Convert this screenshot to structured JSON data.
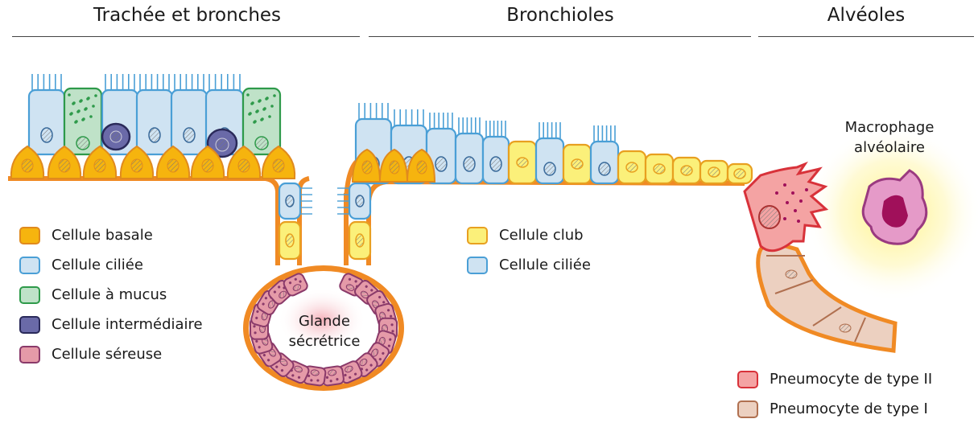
{
  "headers": {
    "trachee": "Trachée et bronches",
    "bronchioles": "Bronchioles",
    "alveoles": "Alvéoles"
  },
  "legend_left": [
    {
      "label": "Cellule basale",
      "fill": "#f6b40e",
      "stroke": "#e08a1e"
    },
    {
      "label": "Cellule ciliée",
      "fill": "#cfe3f2",
      "stroke": "#4a9fd6"
    },
    {
      "label": "Cellule à mucus",
      "fill": "#bfe2c8",
      "stroke": "#2e9a4a"
    },
    {
      "label": "Cellule intermédiaire",
      "fill": "#6a6aa8",
      "stroke": "#2a2a5a"
    },
    {
      "label": "Cellule séreuse",
      "fill": "#e59aa8",
      "stroke": "#8a3a6a"
    }
  ],
  "legend_mid": [
    {
      "label": "Cellule club",
      "fill": "#fbf07a",
      "stroke": "#e8a020"
    },
    {
      "label": "Cellule ciliée",
      "fill": "#cfe3f2",
      "stroke": "#4a9fd6"
    }
  ],
  "legend_right": [
    {
      "label": "Pneumocyte de type II",
      "fill": "#f4a3a3",
      "stroke": "#d8323a"
    },
    {
      "label": "Pneumocyte de type I",
      "fill": "#ecd0c0",
      "stroke": "#b07050"
    }
  ],
  "labels": {
    "gland_line1": "Glande",
    "gland_line2": "sécrétrice",
    "macro_line1": "Macrophage",
    "macro_line2": "alvéolaire"
  },
  "colors": {
    "basement": "#f08a24",
    "basal": "#f6b40e",
    "basal_stroke": "#e08a1e",
    "ciliated": "#cfe3f2",
    "ciliated_stroke": "#4a9fd6",
    "mucus": "#bfe2c8",
    "mucus_stroke": "#2e9a4a",
    "intermediate": "#6a6aa8",
    "intermediate_stroke": "#2a2a5a",
    "serous": "#e59aa8",
    "serous_stroke": "#8a3a6a",
    "club": "#fbf07a",
    "club_stroke": "#e8a020",
    "type2": "#f4a3a3",
    "type2_stroke": "#d8323a",
    "type1": "#ecd0c0",
    "type1_stroke": "#b07050",
    "macrophage": "#e59ac8",
    "macrophage_nucleus": "#a0105a",
    "macrophage_glow": "#fff27a"
  }
}
